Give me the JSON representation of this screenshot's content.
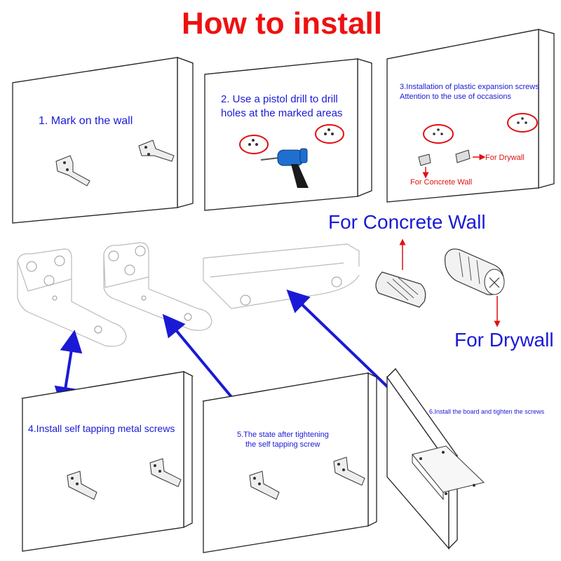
{
  "title": "How to install",
  "steps": {
    "s1": "1. Mark on the wall",
    "s2_l1": "2. Use a pistol drill to drill",
    "s2_l2": "holes at the marked areas",
    "s3_l1": "3.Installation of plastic expansion screws",
    "s3_l2": "Attention to the use of occasions",
    "s3_drywall": "For Drywall",
    "s3_concrete": "For Concrete Wall",
    "s4": "4.Install self tapping metal screws",
    "s5_l1": "5.The state after tightening",
    "s5_l2": "the self tapping screw",
    "s6": "6.Install the board and tighten the screws"
  },
  "anchors": {
    "concrete_label": "For Concrete Wall",
    "drywall_label": "For Drywall"
  },
  "colors": {
    "title": "#ee1111",
    "instruction_text": "#1a1ad6",
    "arrows": "#1a1ad6",
    "marks": "#e01010"
  }
}
